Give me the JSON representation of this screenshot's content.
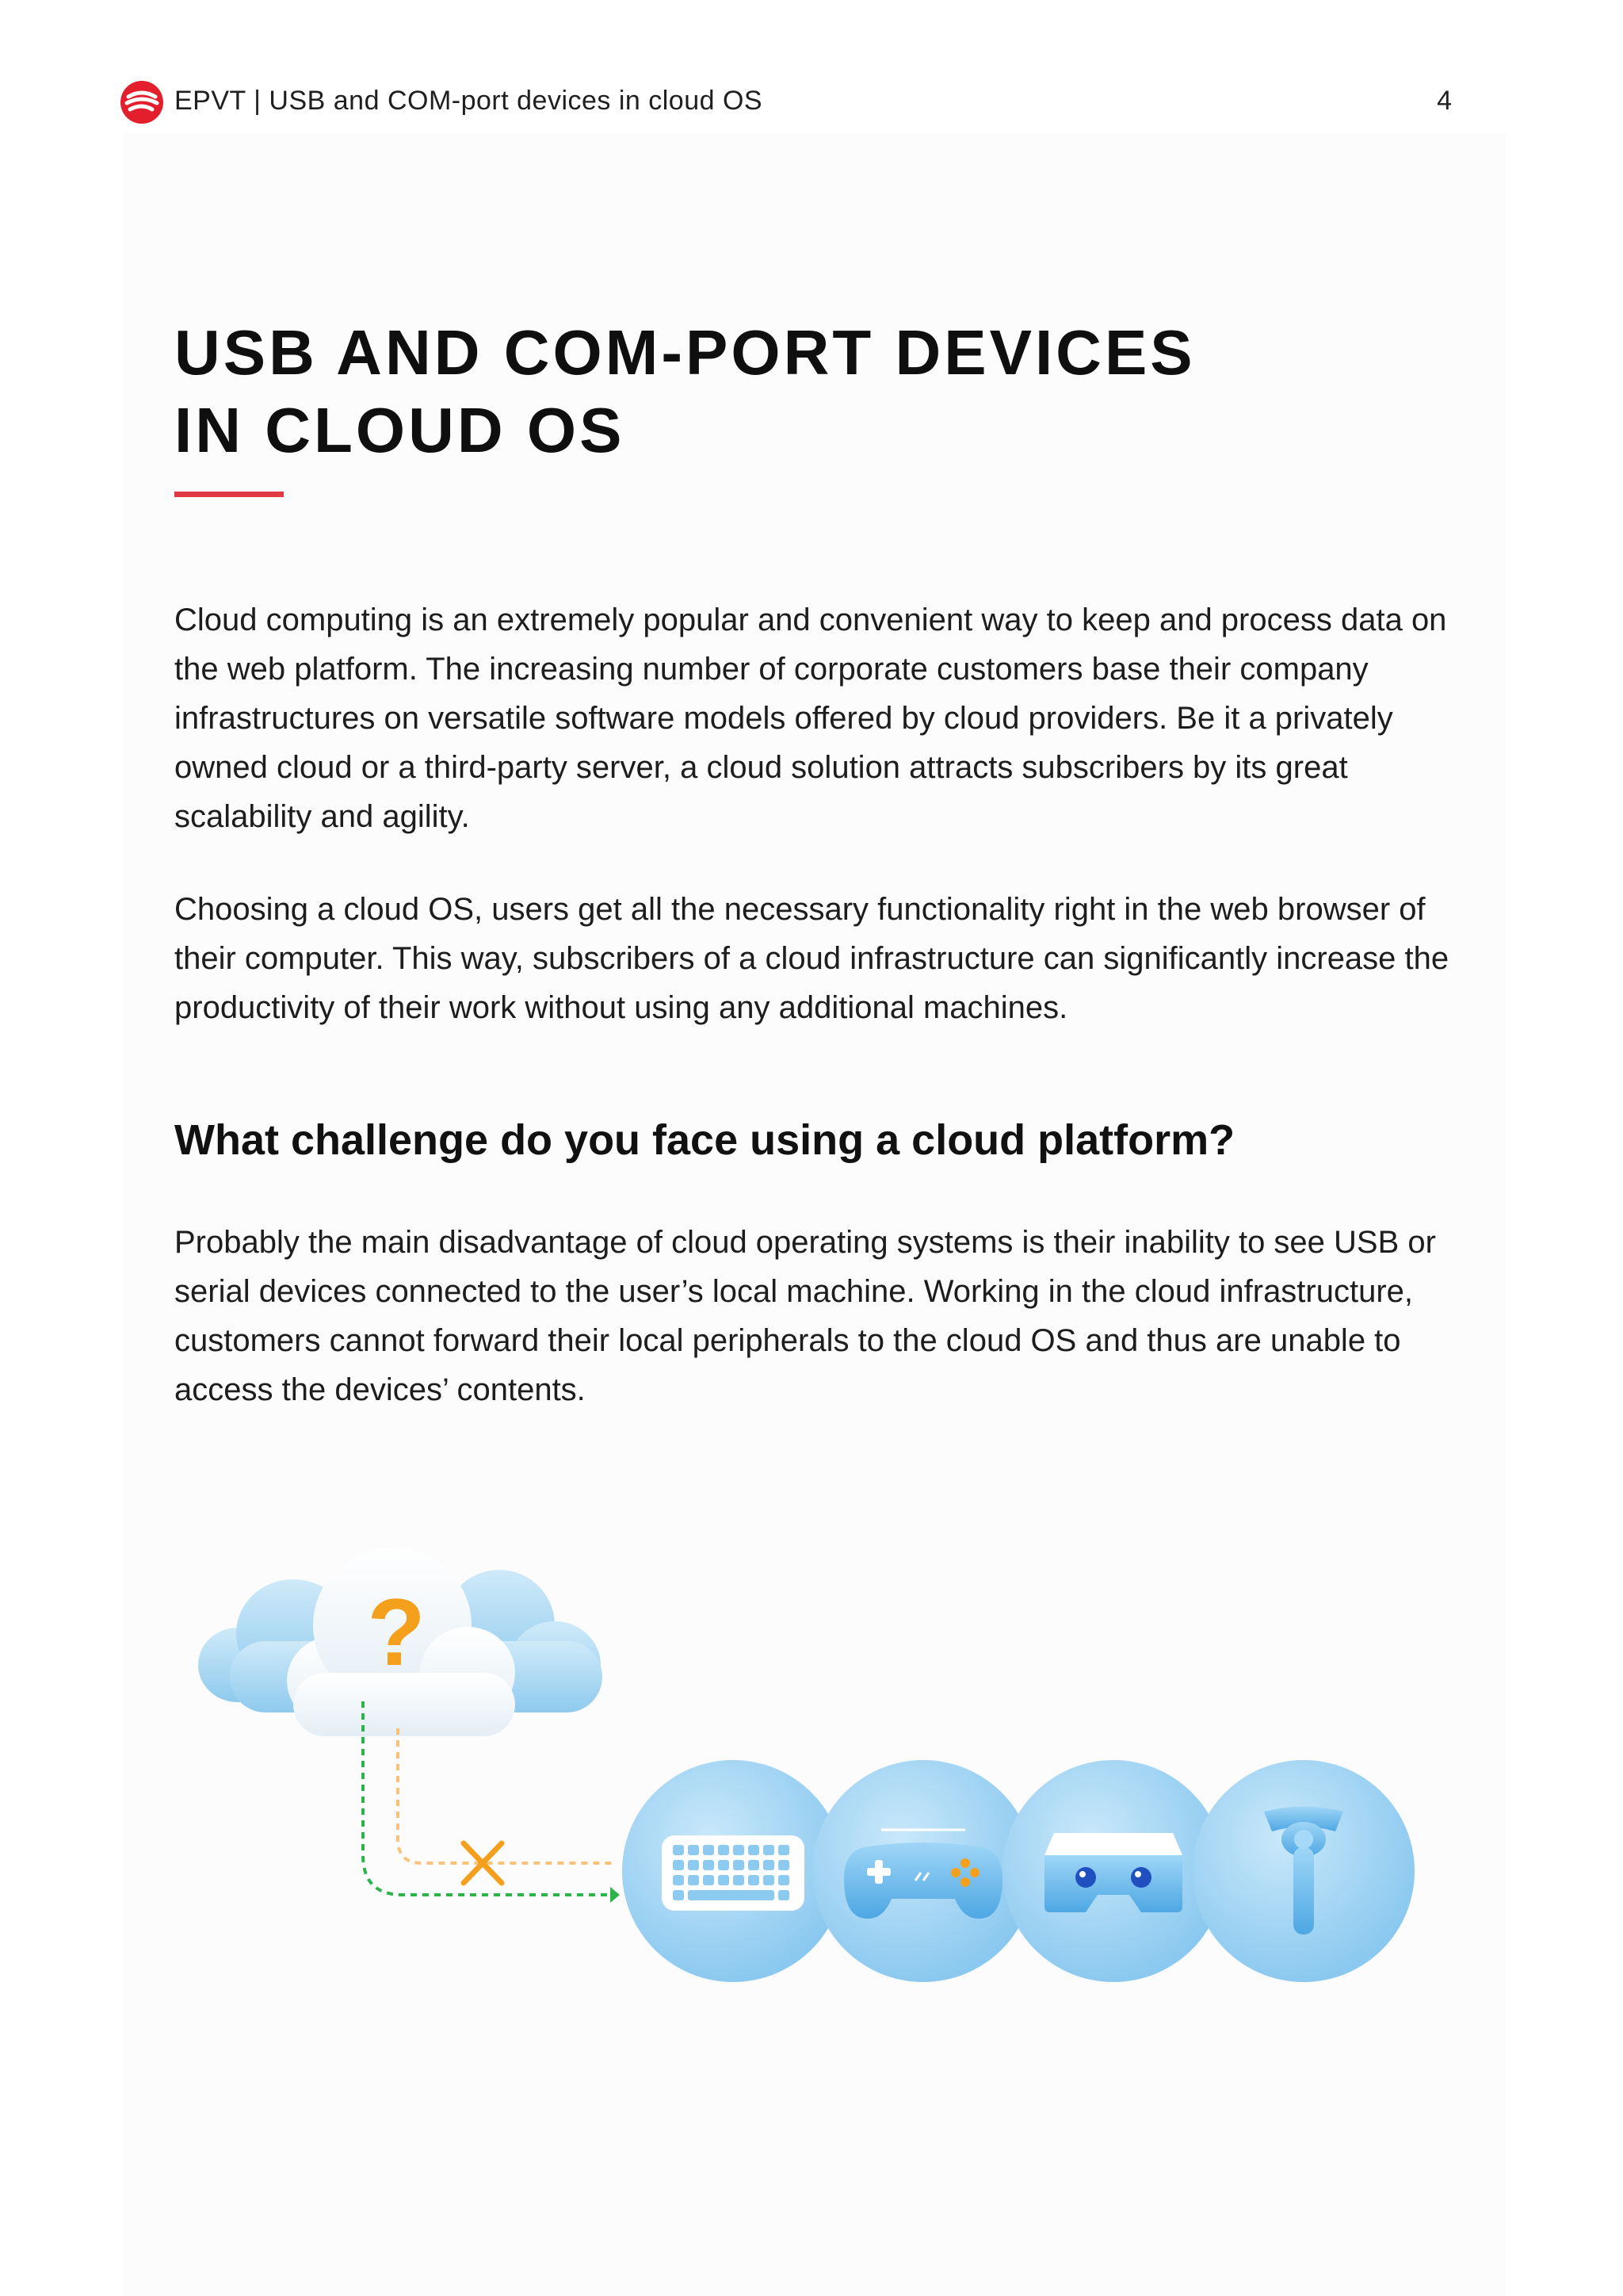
{
  "header": {
    "title": "EPVT | USB and COM-port devices in cloud OS",
    "page_number": "4"
  },
  "title": {
    "line1": "USB AND COM-PORT DEVICES",
    "line2": "IN CLOUD OS"
  },
  "paragraphs": [
    "Cloud computing is an extremely popular and convenient way to keep and process data on the web platform. The increasing number of corporate customers base their company infrastructures on versatile software models offered by cloud providers. Be it a privately owned cloud or a third-party server, a cloud solution attracts subscribers by its great scalability and agility.",
    "Choosing a cloud OS, users get all the necessary functionality right in the web browser of their computer. This way, subscribers of a cloud infrastructure can significantly increase the productivity of their work without using any additional machines."
  ],
  "section": {
    "heading": "What challenge do you face using a cloud platform?",
    "paragraph": "Probably the main disadvantage of cloud operating systems is their inability to see USB or serial devices connected to the user’s local machine. Working in the cloud infrastructure, customers cannot forward their local peripherals to the cloud OS and thus are unable to access the devices’ contents."
  },
  "illustration": {
    "cloud_symbol": "?",
    "icons": [
      "cloud-icon",
      "question-mark-icon",
      "blocked-x-icon",
      "keyboard-icon",
      "gamepad-icon",
      "vr-headset-icon",
      "vr-controller-icon"
    ],
    "colors": {
      "accent_red": "#e23a45",
      "cloud_blue": "#a8d8f5",
      "device_circle": "#8ccaf0",
      "question_orange": "#f5a01c",
      "connection_green": "#2db34a",
      "blocked_orange": "#f5a01c"
    }
  }
}
